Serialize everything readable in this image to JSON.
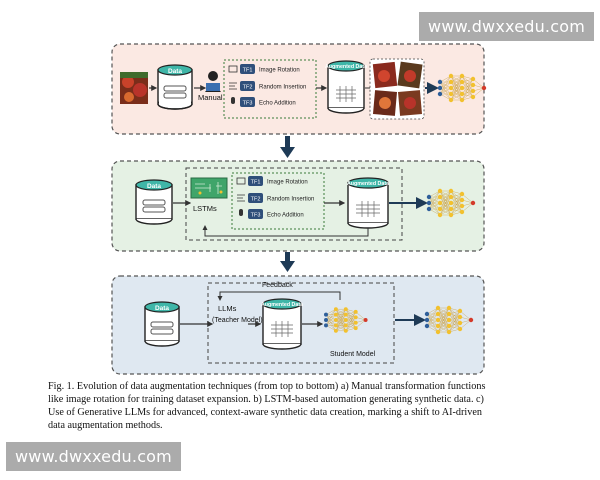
{
  "watermark": {
    "text": "www.dwxxedu.com"
  },
  "panel_a": {
    "data_label": "Data",
    "manual_label": "Manual",
    "steps": [
      {
        "tag": "TF1",
        "label": "Image Rotation"
      },
      {
        "tag": "TF2",
        "label": "Random Insertion"
      },
      {
        "tag": "TF3",
        "label": "Echo Addition"
      }
    ],
    "augmented_label": "Augmented Data"
  },
  "panel_b": {
    "data_label": "Data",
    "lstm_label": "LSTMs",
    "steps": [
      {
        "tag": "TF1",
        "label": "Image Rotation"
      },
      {
        "tag": "TF2",
        "label": "Random Insertion"
      },
      {
        "tag": "TF3",
        "label": "Echo Addition"
      }
    ],
    "augmented_label": "Augmented Data"
  },
  "panel_c": {
    "feedback_label": "Feedback",
    "data_label": "Data",
    "llm_label_1": "LLMs",
    "llm_label_2": "(Teacher Model)",
    "augmented_label": "Augmented Data",
    "student_label": "Student Model"
  },
  "caption": {
    "lines": [
      "Fig. 1.  Evolution of data augmentation techniques (from top to bottom) a) Manual transformation functions",
      "like image rotation for training dataset expansion. b) LSTM-based automation generating synthetic data. c)",
      "Use of Generative LLMs for advanced, context-aware synthetic data creation, marking a shift to AI-driven",
      "data augmentation methods."
    ]
  },
  "colors": {
    "panel_a_fill": "#fbe9e3",
    "panel_b_fill": "#e5f1e4",
    "panel_c_fill": "#dfe8f1",
    "teal_label": "#3fb6a8",
    "arrow_dark": "#1e3a56",
    "tf_blue": "#2f4f7a",
    "nn_yellow": "#f2c12e",
    "nn_red": "#d43a2a",
    "nn_blue": "#2f5f9a"
  }
}
